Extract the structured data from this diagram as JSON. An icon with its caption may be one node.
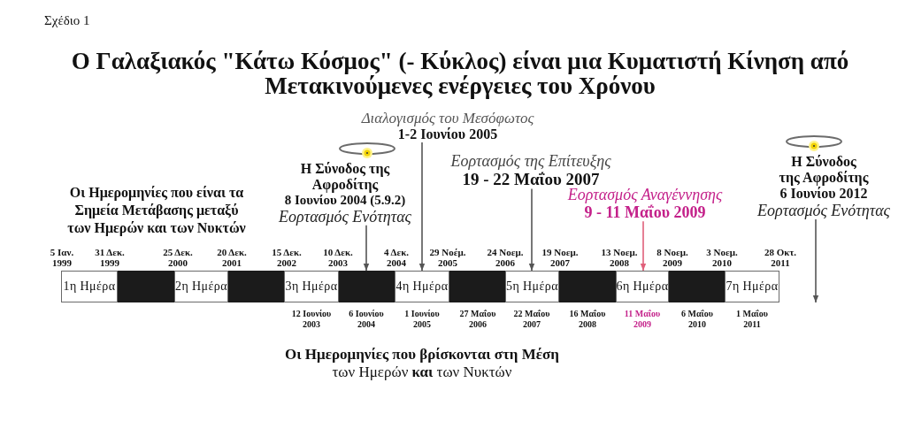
{
  "diagram": {
    "title": "Ο Γαλαξιακός \"Κάτω Κόσμος\" (- Κύκλος) είναι μια Κυματιστή Κίνηση από Μετακινούμενες ενέργειες του Χρόνου",
    "nodes": [
      {
        "text": [
          "Διαλογισμός του Μεσόφωτος",
          "1-2 Ιουνίου 2005"
        ]
      },
      {
        "text": [
          "Η Σύνοδος της Αφροδίτης",
          "8 Ιουνίου 2004 (5.9.2)",
          "Εορτασμός Ενότητας"
        ]
      },
      {
        "text": [
          "Εορτασμός της Επίτευξης",
          "19 - 22 Μαΐου 2007"
        ]
      },
      {
        "text": [
          "Εορτασμός Αναγέννησης",
          "9 - 11 Μαΐου 2009"
        ]
      },
      {
        "text": [
          "Η Σύνοδος της Αφροδίτης",
          "6 Ιουνίου 2012",
          "Εορτασμός Ενότητας"
        ]
      },
      {
        "text": [
          "1η Ημέρα"
        ]
      },
      {
        "text": [],
        "shape": "box"
      },
      {
        "text": [
          "2η Ημέρα"
        ]
      },
      {
        "text": [],
        "shape": "box"
      },
      {
        "text": [
          "3η Ημέρα"
        ]
      },
      {
        "text": [],
        "shape": "box"
      },
      {
        "text": [
          "4η Ημέρα"
        ]
      },
      {
        "text": [],
        "shape": "box"
      },
      {
        "text": [
          "5η Ημέρα"
        ]
      },
      {
        "text": [],
        "shape": "box"
      },
      {
        "text": [
          "6η Ημέρα"
        ]
      },
      {
        "text": [],
        "shape": "box"
      },
      {
        "text": [
          "7η Ημέρα"
        ]
      }
    ],
    "edges": [
      {
        "from": 0,
        "to": 11,
        "arrow": "to"
      },
      {
        "from": 1,
        "to": 10,
        "arrow": "to"
      },
      {
        "from": 2,
        "to": 13,
        "arrow": "to"
      },
      {
        "from": 3,
        "to": 15,
        "arrow": "to",
        "color": "#e0607a"
      },
      {
        "from": 4,
        "to": null,
        "arrow": "to"
      }
    ],
    "labels": [
      "Σχέδιο 1",
      "Οι Ημερομηνίες που είναι τα Σημεία Μετάβασης μεταξύ των Ημερών και των Νυκτών",
      "5 Ιαν. 1999",
      "31 Δεκ. 1999",
      "25 Δεκ. 2000",
      "20 Δεκ. 2001",
      "15 Δεκ. 2002",
      "10 Δεκ. 2003",
      "4 Δεκ. 2004",
      "29 Νοέμ. 2005",
      "24 Νοεμ. 2006",
      "19 Νοεμ. 2007",
      "13 Νοεμ. 2008",
      "8 Νοεμ. 2009",
      "3 Νοεμ. 2010",
      "28 Οκτ. 2011",
      "12 Ιουνίου 2003",
      "6 Ιουνίου 2004",
      "1 Ιουνίου 2005",
      "27 Μαΐου 2006",
      "22 Μαΐου 2007",
      "16 Μαΐου 2008",
      "11 Μαΐου 2009",
      "6 Μαΐου 2010",
      "1 Μαΐου 2011",
      "**Οι Ημερομηνίες που βρίσκονται στη Μέση** των Ημερών **και** των Νυκτών"
    ]
  }
}
